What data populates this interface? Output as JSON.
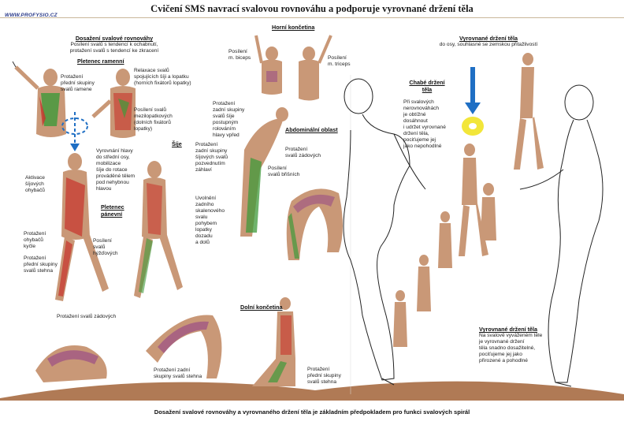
{
  "title": "Cvičení SMS navrací svalovou rovnováhu a podporuje vyrovnané držení těla",
  "url": "WWW.PROFYSIO.CZ",
  "sections": {
    "balance": {
      "heading": "Dosažení svalové rovnováhy",
      "line1": "Posílení svalů s tendencí k ochabnutí,",
      "line2": "protažení svalů s tendencí ke zkracení"
    },
    "shoulder_girdle": {
      "heading": "Pletenec ramenní",
      "label_stretch": [
        "Protažení",
        "přední skupiny",
        "svalů ramene"
      ],
      "label_relax": [
        "Relaxace svalů",
        "spojujících šíji a lopatku",
        "(horních fixátorů lopatky)"
      ],
      "label_strengthen": [
        "Posílení svalů",
        "mezilopatkových",
        "(dolních fixátorů",
        "lopatky)"
      ]
    },
    "neck": {
      "heading": "Šíje",
      "label_activate": [
        "Aktivace",
        "šíjových",
        "ohybačů"
      ],
      "label_align": [
        "Vyrovnání hlavy",
        "do střední osy,",
        "mobilizace",
        "šíje do rotace",
        "prováděné tělem",
        "pod nehybnou",
        "hlavou"
      ],
      "label_back_stretch": [
        "Protažení",
        "zadní skupiny",
        "šíjových svalů",
        "pozvednutím",
        "záhlaví"
      ],
      "label_release": [
        "Uvolnění",
        "zadního",
        "skalenového",
        "svalu",
        "pohybem",
        "lopatky",
        "dozadu",
        "a dolů"
      ]
    },
    "pelvic_girdle": {
      "heading": "Pletenec pánevní",
      "label_hip": [
        "Protažení",
        "ohybačů",
        "kyčle"
      ],
      "label_glute": [
        "Posílení",
        "svalů",
        "hýžďových"
      ],
      "label_thigh": [
        "Protažení",
        "přední skupiny",
        "svalů stehna"
      ]
    },
    "upper_limb": {
      "heading": "Horní končetina",
      "label_biceps": [
        "Posílení",
        "m. biceps"
      ],
      "label_triceps": [
        "Posílení",
        "m. triceps"
      ]
    },
    "abdominal": {
      "heading": "Abdominální oblast",
      "label_neck_stretch": [
        "Protažení",
        "zadní skupiny",
        "svalů šíje",
        "postupným",
        "rolováním",
        "hlavy vpřed"
      ],
      "label_back_muscles": [
        "Protažení",
        "svalů zádových"
      ],
      "label_abs": [
        "Posílení",
        "svalů břišních"
      ]
    },
    "lower_limb": {
      "heading": "Dolní končetina",
      "label_back": "Protažení svalů zádových",
      "label_hamstring": [
        "Protažení zadní",
        "skupiny svalů stehna"
      ],
      "label_quad": [
        "Protažení",
        "přední skupiny",
        "svalů stehna"
      ]
    },
    "upright_top": {
      "heading": "Vyrovnané držení těla",
      "text": [
        "do osy, souhlasné se zemskou přitažlivostí"
      ]
    },
    "weak_posture": {
      "heading": [
        "Chabé držení",
        "těla"
      ],
      "text": [
        "Při svalových",
        "nerovnováhách",
        "je obtížné",
        "dosáhnout",
        "i udržet vyrovnané",
        "držení těla,",
        "pociťujeme jej",
        "jako nepohodlné"
      ]
    },
    "upright_bottom": {
      "heading": "Vyrovnané držení těla",
      "text": [
        "Na svalově vyváženém těle",
        "je vyrovnané držení",
        "těla snadno dosažitelné,",
        "pociťujeme jej jako",
        "přirozené a pohodlné"
      ]
    }
  },
  "footer": "Dosažení svalové rovnováhy a vyrovnaného držení těla je základním předpokladem pro funkci svalových spirál",
  "colors": {
    "skin": "#c99877",
    "skin_dark": "#a8734f",
    "muscle_red": "#c8332c",
    "muscle_green": "#3f9a3a",
    "muscle_purple": "#9b4f86",
    "arrow_blue": "#1f6fc4",
    "sun_yellow": "#f2e63a",
    "floor": "#b07a55"
  },
  "icons": [
    "gravity-arrow-icon",
    "rotation-arrow-icon",
    "sun-disc-icon"
  ]
}
